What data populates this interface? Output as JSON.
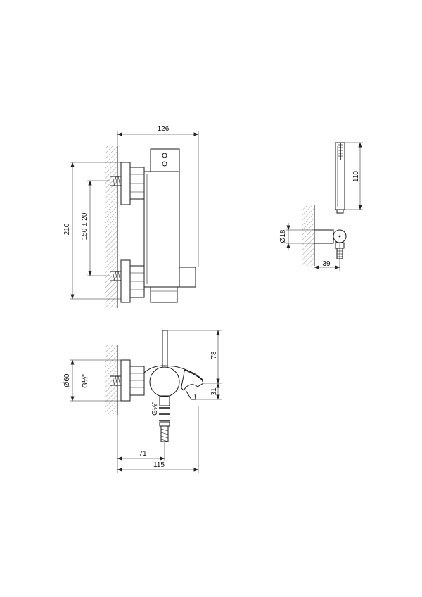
{
  "dimensions": {
    "front_width": "126",
    "front_height": "210",
    "center_distance": "150 ± 20",
    "hand_shower_length": "110",
    "hose_diameter": "Ø18",
    "holder_projection": "39",
    "side_height": "78",
    "flange_diameter": "Ø60",
    "inlet_thread": "G½\"",
    "outlet_thread": "G½\"",
    "handle_drop": "31",
    "outlet_offset": "71",
    "side_depth": "115"
  }
}
